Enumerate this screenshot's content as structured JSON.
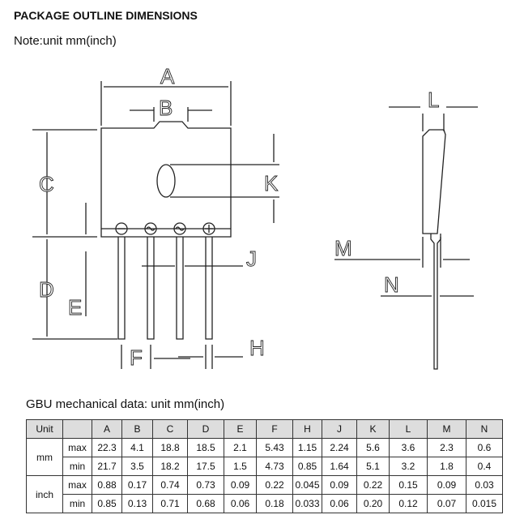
{
  "title": "PACKAGE OUTLINE DIMENSIONS",
  "note": "Note:unit mm(inch)",
  "drawing": {
    "labels": {
      "A": "A",
      "B": "B",
      "C": "C",
      "D": "D",
      "E": "E",
      "F": "F",
      "H": "H",
      "J": "J",
      "K": "K",
      "L": "L",
      "M": "M",
      "N": "N"
    }
  },
  "caption": "GBU mechanical data: unit mm(inch)",
  "table": {
    "unit_header": "Unit",
    "columns": [
      "A",
      "B",
      "C",
      "D",
      "E",
      "F",
      "H",
      "J",
      "K",
      "L",
      "M",
      "N"
    ],
    "groups": [
      {
        "unit": "mm",
        "rows": [
          {
            "label": "max",
            "values": [
              "22.3",
              "4.1",
              "18.8",
              "18.5",
              "2.1",
              "5.43",
              "1.15",
              "2.24",
              "5.6",
              "3.6",
              "2.3",
              "0.6"
            ]
          },
          {
            "label": "min",
            "values": [
              "21.7",
              "3.5",
              "18.2",
              "17.5",
              "1.5",
              "4.73",
              "0.85",
              "1.64",
              "5.1",
              "3.2",
              "1.8",
              "0.4"
            ]
          }
        ]
      },
      {
        "unit": "inch",
        "rows": [
          {
            "label": "max",
            "values": [
              "0.88",
              "0.17",
              "0.74",
              "0.73",
              "0.09",
              "0.22",
              "0.045",
              "0.09",
              "0.22",
              "0.15",
              "0.09",
              "0.03"
            ]
          },
          {
            "label": "min",
            "values": [
              "0.85",
              "0.13",
              "0.71",
              "0.68",
              "0.06",
              "0.18",
              "0.033",
              "0.06",
              "0.20",
              "0.12",
              "0.07",
              "0.015"
            ]
          }
        ]
      }
    ]
  }
}
